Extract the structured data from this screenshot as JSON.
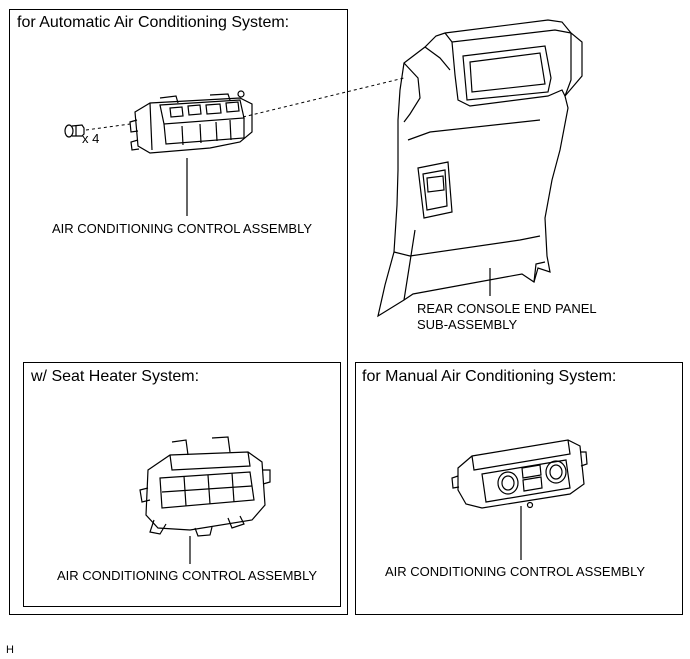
{
  "panels": {
    "automatic": {
      "title": "for Automatic Air Conditioning System:"
    },
    "seat_heater": {
      "title": "w/ Seat Heater System:"
    },
    "manual": {
      "title": "for Manual Air Conditioning System:"
    }
  },
  "labels": {
    "screw_qty": "x 4",
    "ac_control_auto": "AIR CONDITIONING CONTROL ASSEMBLY",
    "rear_console_line1": "REAR CONSOLE END PANEL",
    "rear_console_line2": "SUB-ASSEMBLY",
    "ac_control_seat": "AIR CONDITIONING CONTROL ASSEMBLY",
    "ac_control_manual": "AIR CONDITIONING CONTROL ASSEMBLY"
  },
  "figure_code": "H"
}
